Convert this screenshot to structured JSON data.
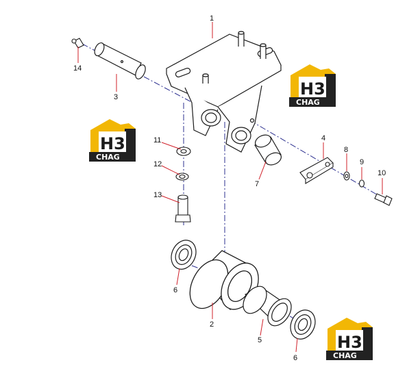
{
  "callouts": {
    "c1": "1",
    "c2": "2",
    "c3": "3",
    "c4": "4",
    "c5": "5",
    "c6a": "6",
    "c6b": "6",
    "c7": "7",
    "c8": "8",
    "c9": "9",
    "c10": "10",
    "c11": "11",
    "c12": "12",
    "c13": "13",
    "c14": "14"
  },
  "logo": {
    "mark": "H3",
    "brand": "CHAG"
  },
  "colors": {
    "leader": "#d0202a",
    "centerline": "#2b2f8f",
    "logo_yellow": "#f2b705",
    "logo_dark": "#222222",
    "ink": "#1a1a1a"
  }
}
